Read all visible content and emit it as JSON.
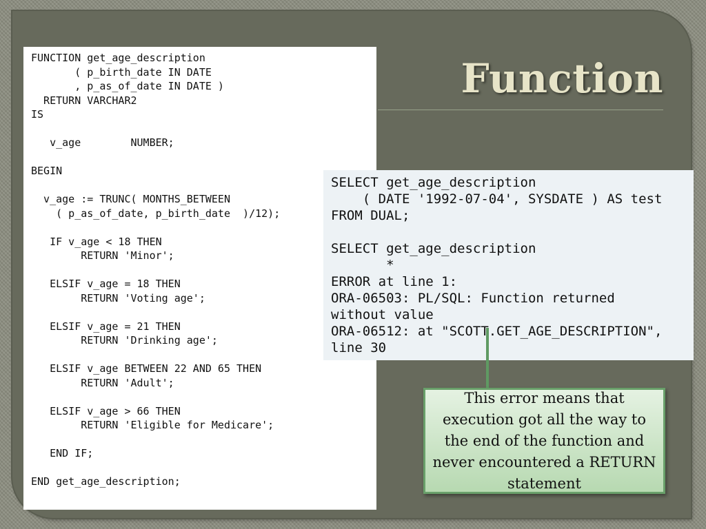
{
  "slide": {
    "title": "Function",
    "code": "FUNCTION get_age_description\n       ( p_birth_date IN DATE\n       , p_as_of_date IN DATE )\n  RETURN VARCHAR2\nIS\n\n   v_age        NUMBER;\n\nBEGIN\n\n  v_age := TRUNC( MONTHS_BETWEEN\n    ( p_as_of_date, p_birth_date  )/12);\n\n   IF v_age < 18 THEN\n        RETURN 'Minor';\n\n   ELSIF v_age = 18 THEN\n        RETURN 'Voting age';\n\n   ELSIF v_age = 21 THEN\n        RETURN 'Drinking age';\n\n   ELSIF v_age BETWEEN 22 AND 65 THEN\n        RETURN 'Adult';\n\n   ELSIF v_age > 66 THEN\n        RETURN 'Eligible for Medicare';\n\n   END IF;\n\nEND get_age_description;",
    "query_output": "SELECT get_age_description\n    ( DATE '1992-07-04', SYSDATE ) AS test\nFROM DUAL;\n\nSELECT get_age_description\n       *\nERROR at line 1:\nORA-06503: PL/SQL: Function returned\nwithout value\nORA-06512: at \"SCOTT.GET_AGE_DESCRIPTION\",\nline 30",
    "callout": "This error means that execution got all the way to the end of the function and never encountered a RETURN statement"
  }
}
